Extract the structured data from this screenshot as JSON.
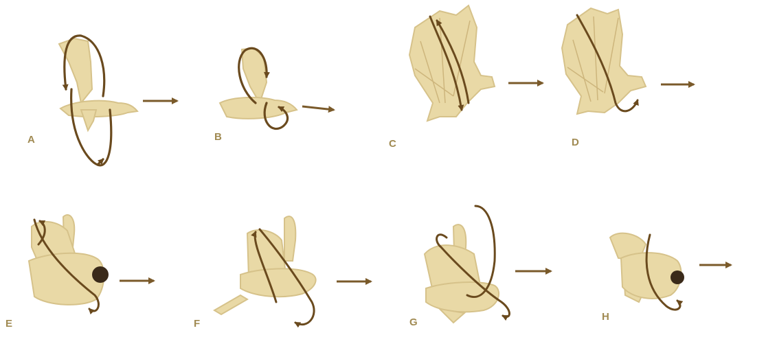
{
  "figure": {
    "description_free": true,
    "colors": {
      "animal_fill": "#e9d9a6",
      "animal_stroke": "#d8c48e",
      "path_stroke": "#6a4a1e",
      "arrow_stroke": "#7a5a2a",
      "label_fill": "#a08a52"
    },
    "panels": [
      {
        "label": "A",
        "subject": "bird"
      },
      {
        "label": "B",
        "subject": "bird"
      },
      {
        "label": "C",
        "subject": "bat"
      },
      {
        "label": "D",
        "subject": "bat"
      },
      {
        "label": "E",
        "subject": "insect"
      },
      {
        "label": "F",
        "subject": "insect"
      },
      {
        "label": "G",
        "subject": "insect"
      },
      {
        "label": "H",
        "subject": "insect"
      }
    ]
  }
}
